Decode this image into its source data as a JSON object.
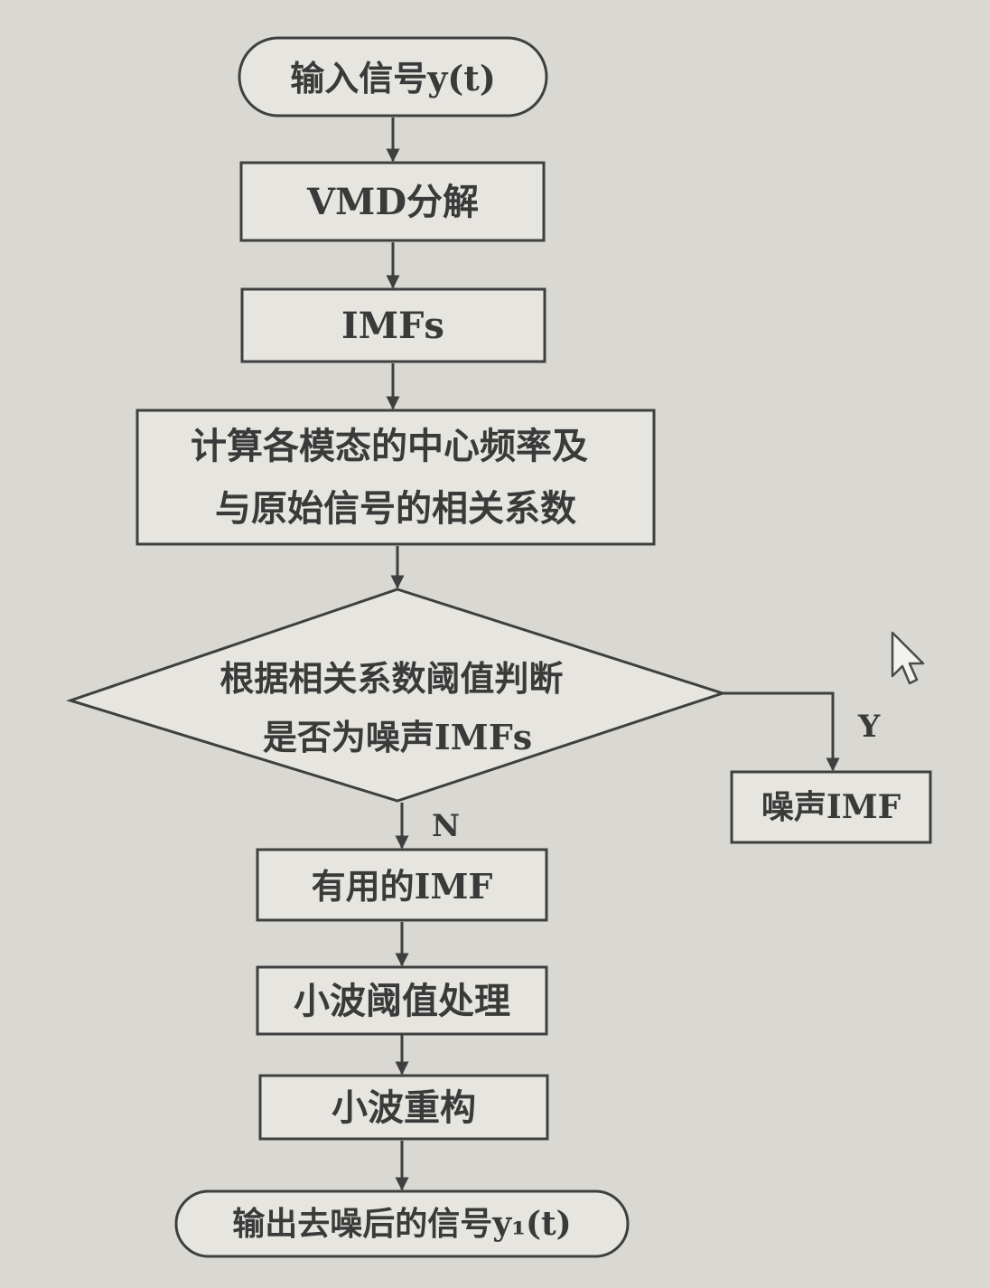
{
  "diagram": {
    "nodes": {
      "start": {
        "lines": [
          "输入信号y(t)"
        ]
      },
      "vmd": {
        "lines": [
          "VMD分解"
        ]
      },
      "imfs": {
        "lines": [
          "IMFs"
        ]
      },
      "compute": {
        "lines": [
          "计算各模态的中心频率及",
          "与原始信号的相关系数"
        ]
      },
      "decision": {
        "lines": [
          "根据相关系数阈值判断",
          "是否为噪声IMFs"
        ]
      },
      "noise": {
        "lines": [
          "噪声IMF"
        ]
      },
      "useful": {
        "lines": [
          "有用的IMF"
        ]
      },
      "wavelet_threshold": {
        "lines": [
          "小波阈值处理"
        ]
      },
      "wavelet_recon": {
        "lines": [
          "小波重构"
        ]
      },
      "end": {
        "lines": [
          "输出去噪后的信号y₁(t)"
        ]
      }
    },
    "edge_labels": {
      "yes": "Y",
      "no": "N"
    },
    "colors": {
      "background": "#d9d8d3",
      "box_fill": "#e6e5e0",
      "stroke": "#3f3f3f",
      "text": "#3a3a3a"
    },
    "cursor_icon": "mouse-pointer-icon"
  }
}
